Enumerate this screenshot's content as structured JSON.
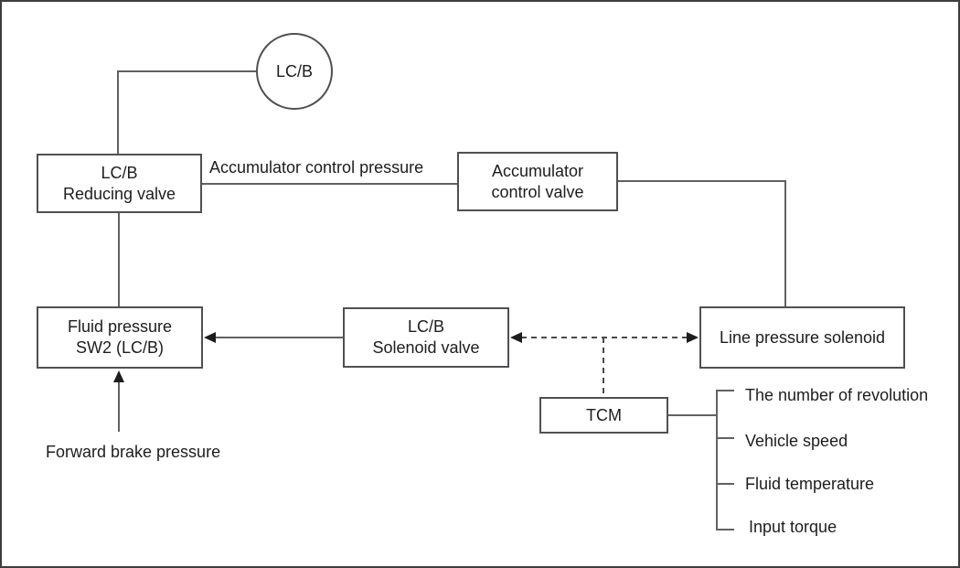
{
  "diagram": {
    "nodes": {
      "lcb_circle": {
        "label": "LC/B"
      },
      "reducing_valve": {
        "line1": "LC/B",
        "line2": "Reducing valve"
      },
      "accumulator_valve": {
        "line1": "Accumulator",
        "line2": "control valve"
      },
      "fluid_pressure_sw2": {
        "line1": "Fluid pressure",
        "line2": "SW2 (LC/B)"
      },
      "solenoid_valve": {
        "line1": "LC/B",
        "line2": "Solenoid valve"
      },
      "line_pressure_solenoid": {
        "label": "Line pressure solenoid"
      },
      "tcm": {
        "label": "TCM"
      }
    },
    "edge_labels": {
      "accumulator_control_pressure": "Accumulator control pressure",
      "forward_brake_pressure": "Forward brake pressure"
    },
    "tcm_inputs": [
      "The number of revolution",
      "Vehicle speed",
      "Fluid temperature",
      "Input torque"
    ],
    "colors": {
      "background": "#ffffff",
      "frame_border": "#3d3d3f",
      "box_border": "#505054",
      "solid_line": "#616164",
      "dashed_line": "#4a4a4d",
      "arrowhead": "#1d1d1f",
      "text": "#1d1d1f"
    }
  }
}
